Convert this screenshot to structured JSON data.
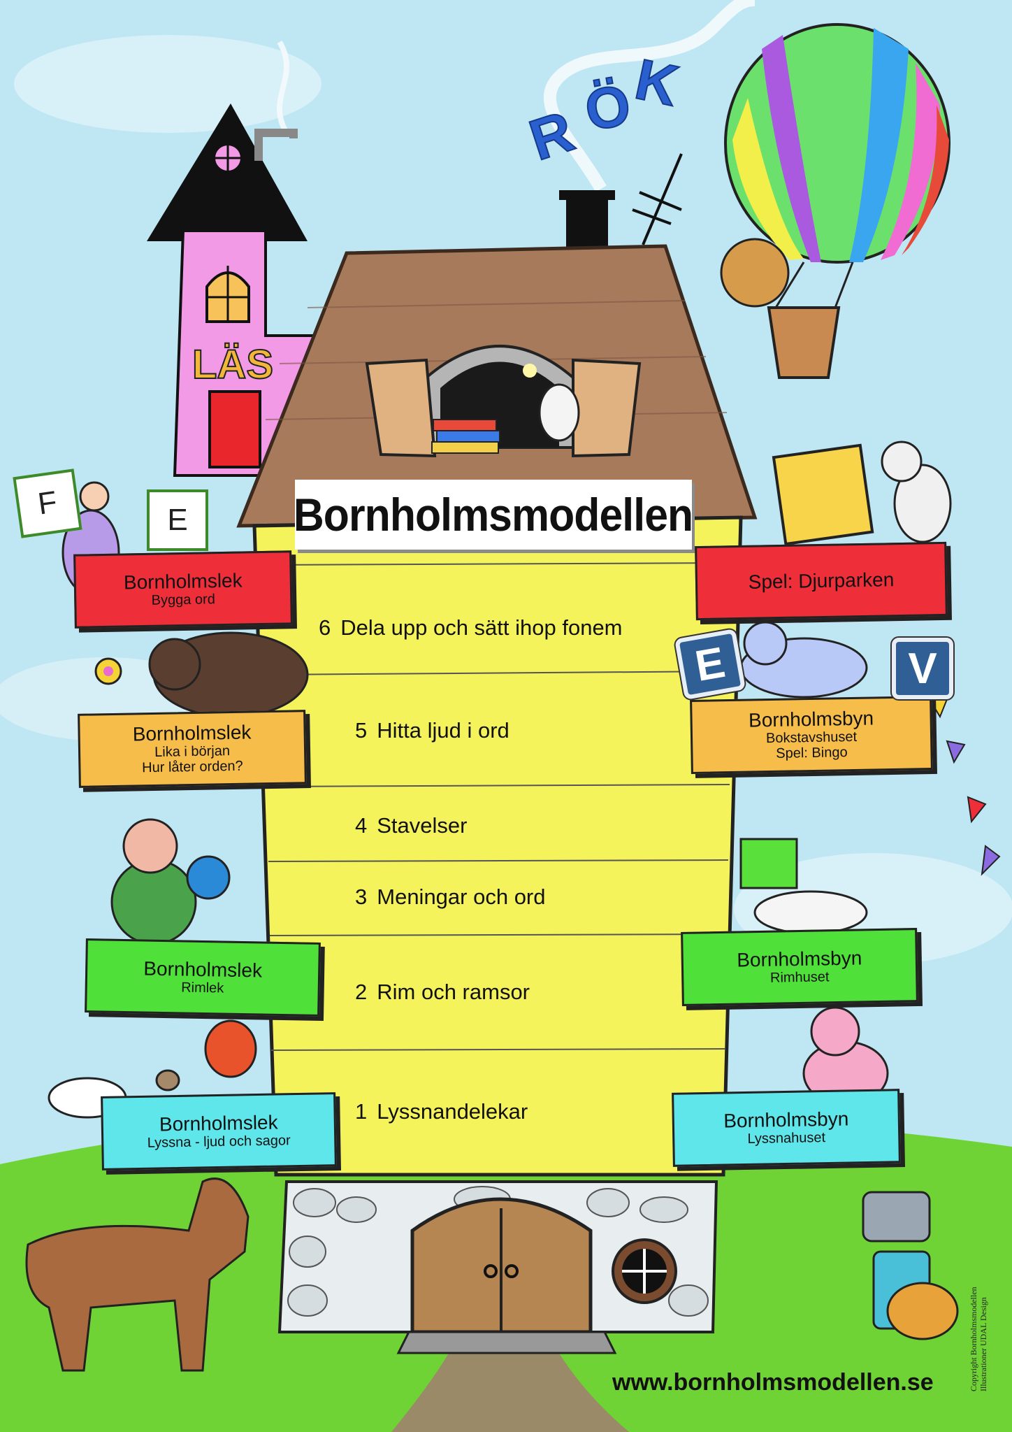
{
  "title": "Bornholmsmodellen",
  "levels": [
    {
      "num": "6",
      "label": "Dela upp och sätt ihop fonem"
    },
    {
      "num": "5",
      "label": "Hitta ljud i ord"
    },
    {
      "num": "4",
      "label": "Stavelser"
    },
    {
      "num": "3",
      "label": "Meningar och ord"
    },
    {
      "num": "2",
      "label": "Rim och ramsor"
    },
    {
      "num": "1",
      "label": "Lyssnandelekar"
    }
  ],
  "left_signs": [
    {
      "title": "Bornholmslek",
      "sub": "Bygga ord",
      "color": "#ee2f3a"
    },
    {
      "title": "Bornholmslek",
      "sub": "Lika i början",
      "sub2": "Hur låter orden?",
      "color": "#f7bd4a"
    },
    {
      "title": "Bornholmslek",
      "sub": "Rimlek",
      "color": "#4fe03a"
    },
    {
      "title": "Bornholmslek",
      "sub": "Lyssna - ljud och sagor",
      "color": "#5ee6ea"
    }
  ],
  "right_signs": [
    {
      "title": "Spel: Djurparken",
      "color": "#ee2f3a"
    },
    {
      "title": "Bornholmsbyn",
      "sub": "Bokstavshuset",
      "sub2": "Spel: Bingo",
      "color": "#f7bd4a"
    },
    {
      "title": "Bornholmsbyn",
      "sub": "Rimhuset",
      "color": "#4fe03a"
    },
    {
      "title": "Bornholmsbyn",
      "sub": "Lyssnahuset",
      "color": "#5ee6ea"
    }
  ],
  "tower_word": "LÄS",
  "smoke_word": {
    "l1": "R",
    "l2": "Ö",
    "l3": "K"
  },
  "fairy_cards": [
    "F",
    "E"
  ],
  "blue_cards": [
    "E",
    "V"
  ],
  "url": "www.bornholmsmodellen.se",
  "copyright": [
    "Copyright Bornholmsmodellen",
    "Illustrationer UDAL Design"
  ],
  "colors": {
    "sky": "#bfe6f3",
    "grass": "#6fd335",
    "house": "#f5f35c",
    "roof": "#a77a5c",
    "tower": "#f39ae6"
  }
}
